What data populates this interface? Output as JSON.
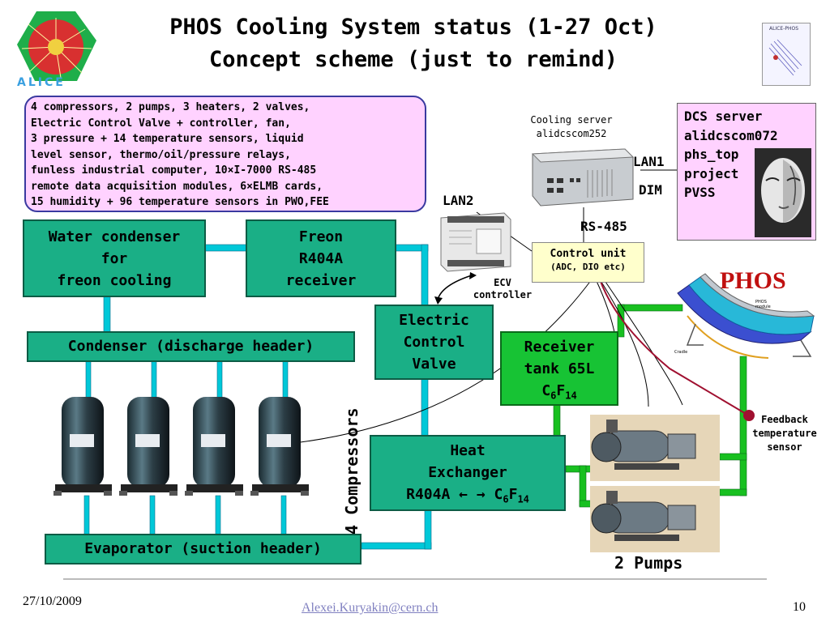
{
  "title_line1": "PHOS Cooling System status (1-27 Oct)",
  "title_line2": "Concept scheme (just to remind)",
  "logo_left_text": "ALICE",
  "logo_right_text": "ALICE-PHOS",
  "info_lines": [
    "4 compressors, 2 pumps, 3 heaters, 2 valves,",
    "Electric Control Valve + controller, fan,",
    "3 pressure + 14 temperature sensors, liquid",
    "level sensor, thermo/oil/pressure relays,",
    "funless industrial computer, 10×I-7000 RS-485",
    "remote data acquisition modules, 6×ELMB cards,",
    "15 humidity + 96 temperature sensors in PWO,FEE"
  ],
  "cooling_server": [
    "Cooling server",
    "alidcscom252"
  ],
  "dcs_server": [
    "DCS server",
    "alidcscom072",
    "phs_top",
    "project",
    "PVSS"
  ],
  "lan1": "LAN1",
  "dim": "DIM",
  "lan2": "LAN2",
  "rs485": "RS-485",
  "control_unit": {
    "title": "Control unit",
    "sub": "(ADC, DIO etc)"
  },
  "ecv_controller": [
    "ECV",
    "controller"
  ],
  "phos_label": "PHOS",
  "phos_module_text": {
    "module": "PHOS\nmodule",
    "cradle": "Cradle"
  },
  "water_condenser": [
    "Water condenser",
    "for",
    "freon cooling"
  ],
  "freon_receiver": [
    "Freon",
    "R404A",
    "receiver"
  ],
  "condenser": "Condenser (discharge header)",
  "ecv_box": [
    "Electric",
    "Control",
    "Valve"
  ],
  "receiver_tank": {
    "line1": "Receiver",
    "line2": "tank 65L",
    "c": "C",
    "sub6": "6",
    "f": "F",
    "sub14": "14"
  },
  "compressors_label": "4 Compressors",
  "heat_exchanger": {
    "line1": "Heat",
    "line2": "Exchanger",
    "r404a": "R404A",
    "arrow_left": "←",
    "arrow_right": "→",
    "c": "C",
    "sub6": "6",
    "f": "F",
    "sub14": "14"
  },
  "evaporator": "Evaporator (suction header)",
  "feedback_sensor": [
    "Feedback",
    "temperature",
    "sensor"
  ],
  "pumps_label": "2 Pumps",
  "footer": {
    "date": "27/10/2009",
    "email": "Alexei.Kuryakin@cern.ch",
    "page": "10"
  },
  "colors": {
    "pipe": "#00c8d8",
    "green_pipe": "#18c020",
    "box": "#1aaf86",
    "receiver": "#17c334",
    "feedback_wire": "#a01030",
    "info_bg": "#ffd2ff"
  }
}
